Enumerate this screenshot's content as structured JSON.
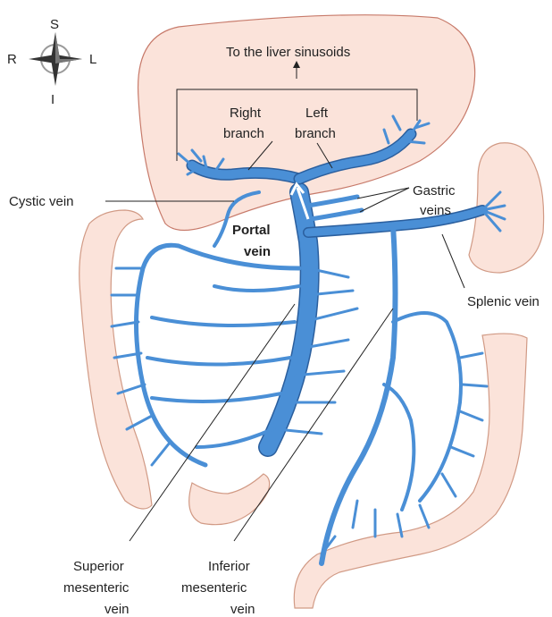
{
  "colors": {
    "liver": "#fbe3da",
    "liver_stroke": "#c77a6a",
    "gut": "#fbe3da",
    "gut_stroke": "#d19a85",
    "vein": "#4a8fd6",
    "vein_dark": "#2b5f9e",
    "vein_light": "#9cc8f0"
  },
  "compass": {
    "north": "S",
    "south": "I",
    "west": "R",
    "east": "L"
  },
  "labels": {
    "sinusoids": "To the liver sinusoids",
    "right_branch_1": "Right",
    "right_branch_2": "branch",
    "left_branch_1": "Left",
    "left_branch_2": "branch",
    "cystic_vein": "Cystic vein",
    "gastric_veins_1": "Gastric",
    "gastric_veins_2": "veins",
    "portal_vein_1": "Portal",
    "portal_vein_2": "vein",
    "splenic_vein": "Splenic vein",
    "sup_mes_1": "Superior",
    "sup_mes_2": "mesenteric",
    "sup_mes_3": "vein",
    "inf_mes_1": "Inferior",
    "inf_mes_2": "mesenteric",
    "inf_mes_3": "vein"
  }
}
